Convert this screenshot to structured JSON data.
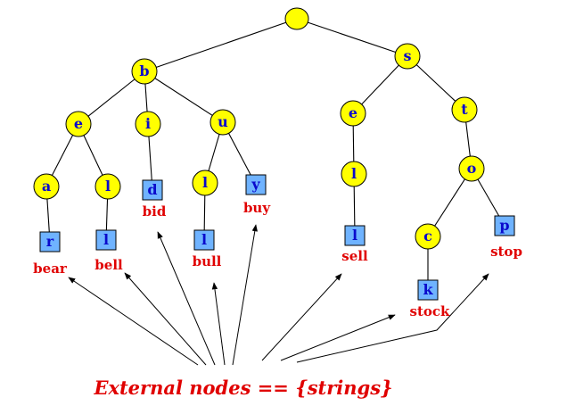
{
  "caption": "External nodes == {strings}",
  "colors": {
    "internal_node": "#ffff00",
    "external_node": "#6fb3ff",
    "letter": "#0a0acc",
    "word": "#e00000"
  },
  "nodes": [
    {
      "id": "root",
      "label": "",
      "kind": "internal"
    },
    {
      "id": "b",
      "label": "b",
      "kind": "internal"
    },
    {
      "id": "s",
      "label": "s",
      "kind": "internal"
    },
    {
      "id": "be",
      "label": "e",
      "kind": "internal"
    },
    {
      "id": "bi",
      "label": "i",
      "kind": "internal"
    },
    {
      "id": "bu",
      "label": "u",
      "kind": "internal"
    },
    {
      "id": "se",
      "label": "e",
      "kind": "internal"
    },
    {
      "id": "st",
      "label": "t",
      "kind": "internal"
    },
    {
      "id": "bea",
      "label": "a",
      "kind": "internal"
    },
    {
      "id": "bel",
      "label": "l",
      "kind": "internal"
    },
    {
      "id": "bid",
      "label": "d",
      "kind": "external",
      "word": "bid"
    },
    {
      "id": "bul",
      "label": "l",
      "kind": "internal"
    },
    {
      "id": "buy",
      "label": "y",
      "kind": "external",
      "word": "buy"
    },
    {
      "id": "sel",
      "label": "l",
      "kind": "internal"
    },
    {
      "id": "sto",
      "label": "o",
      "kind": "internal"
    },
    {
      "id": "bear",
      "label": "r",
      "kind": "external",
      "word": "bear"
    },
    {
      "id": "bell",
      "label": "l",
      "kind": "external",
      "word": "bell"
    },
    {
      "id": "bull",
      "label": "l",
      "kind": "external",
      "word": "bull"
    },
    {
      "id": "sell",
      "label": "l",
      "kind": "external",
      "word": "sell"
    },
    {
      "id": "stoc",
      "label": "c",
      "kind": "internal"
    },
    {
      "id": "stop",
      "label": "p",
      "kind": "external",
      "word": "stop"
    },
    {
      "id": "stock",
      "label": "k",
      "kind": "external",
      "word": "stock"
    }
  ],
  "edges": [
    [
      "root",
      "b"
    ],
    [
      "root",
      "s"
    ],
    [
      "b",
      "be"
    ],
    [
      "b",
      "bi"
    ],
    [
      "b",
      "bu"
    ],
    [
      "s",
      "se"
    ],
    [
      "s",
      "st"
    ],
    [
      "be",
      "bea"
    ],
    [
      "be",
      "bel"
    ],
    [
      "bi",
      "bid"
    ],
    [
      "bu",
      "bul"
    ],
    [
      "bu",
      "buy"
    ],
    [
      "se",
      "sel"
    ],
    [
      "st",
      "sto"
    ],
    [
      "bea",
      "bear"
    ],
    [
      "bel",
      "bell"
    ],
    [
      "bul",
      "bull"
    ],
    [
      "sel",
      "sell"
    ],
    [
      "sto",
      "stoc"
    ],
    [
      "sto",
      "stop"
    ],
    [
      "stoc",
      "stock"
    ]
  ]
}
